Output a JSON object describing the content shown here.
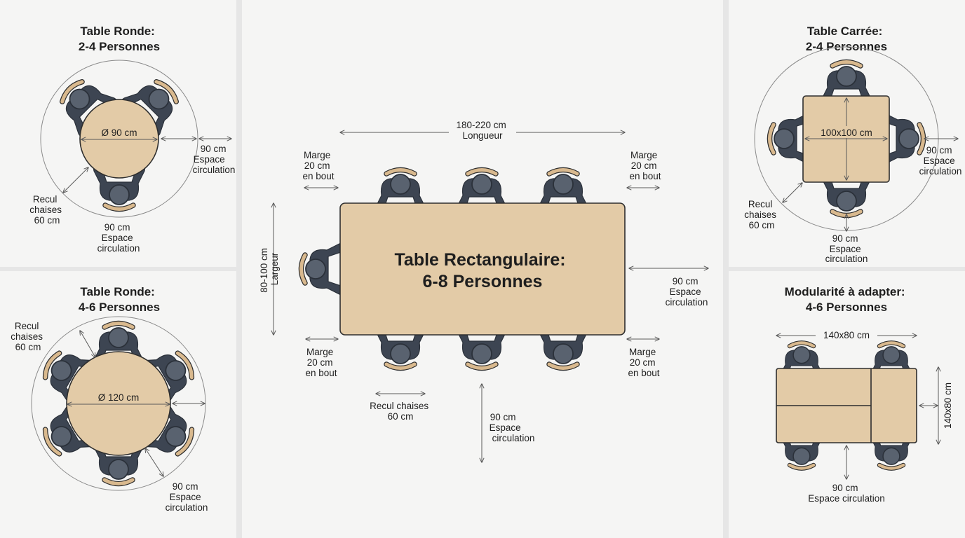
{
  "colors": {
    "background": "#e6e6e6",
    "panel": "#f5f5f4",
    "wood": "#e3cba7",
    "wood_dark": "#cfb38a",
    "outline": "#2e2e2e",
    "person": "#3d4552",
    "person_light": "#59626f",
    "chair": "#d9b98e",
    "dimension": "#5a5a5a",
    "circle": "#8a8a8a",
    "text": "#1e1e1e"
  },
  "panels": {
    "round_small": {
      "title": [
        "Table Ronde:",
        "2-4 Personnes"
      ],
      "diameter": "Ø 90 cm",
      "right_label": [
        "90 cm",
        "Espace",
        "circulation"
      ],
      "left_label": [
        "Recul",
        "chaises",
        "60 cm"
      ],
      "bottom_label": [
        "90 cm",
        "Espace",
        "circulation"
      ]
    },
    "round_large": {
      "title": [
        "Table Ronde:",
        "4-6 Personnes"
      ],
      "diameter": "Ø 120 cm",
      "left_label": [
        "Recul",
        "chaises",
        "60 cm"
      ],
      "bottom_label": [
        "90 cm",
        "Espace",
        "circulation"
      ]
    },
    "rectangular": {
      "title": [
        "Table Rectangulaire:",
        "6-8 Personnes"
      ],
      "length_label": [
        "180-220 cm",
        "Longueur"
      ],
      "width_label": [
        "80-100 cm",
        "Largeur"
      ],
      "margin_label": [
        "Marge",
        "20 cm",
        "en bout"
      ],
      "right_label": [
        "90 cm",
        "Espace",
        "circulation"
      ],
      "recul_label": [
        "Recul chaises",
        "60 cm"
      ],
      "bottom_label": [
        "90 cm",
        "Espace",
        "circulation"
      ]
    },
    "square": {
      "title": [
        "Table Carrée:",
        "2-4 Personnes"
      ],
      "size": "100x100 cm",
      "right_label": [
        "90 cm",
        "Espace",
        "circulation"
      ],
      "left_label": [
        "Recul",
        "chaises",
        "60 cm"
      ],
      "bottom_label": [
        "90 cm",
        "Espace",
        "circulation"
      ]
    },
    "modular": {
      "title": [
        "Modularité à adapter:",
        "4-6 Personnes"
      ],
      "top_dim": "140x80 cm",
      "side_dim": "140x80 cm",
      "bottom_label": [
        "90 cm",
        "Espace circulation"
      ]
    }
  }
}
